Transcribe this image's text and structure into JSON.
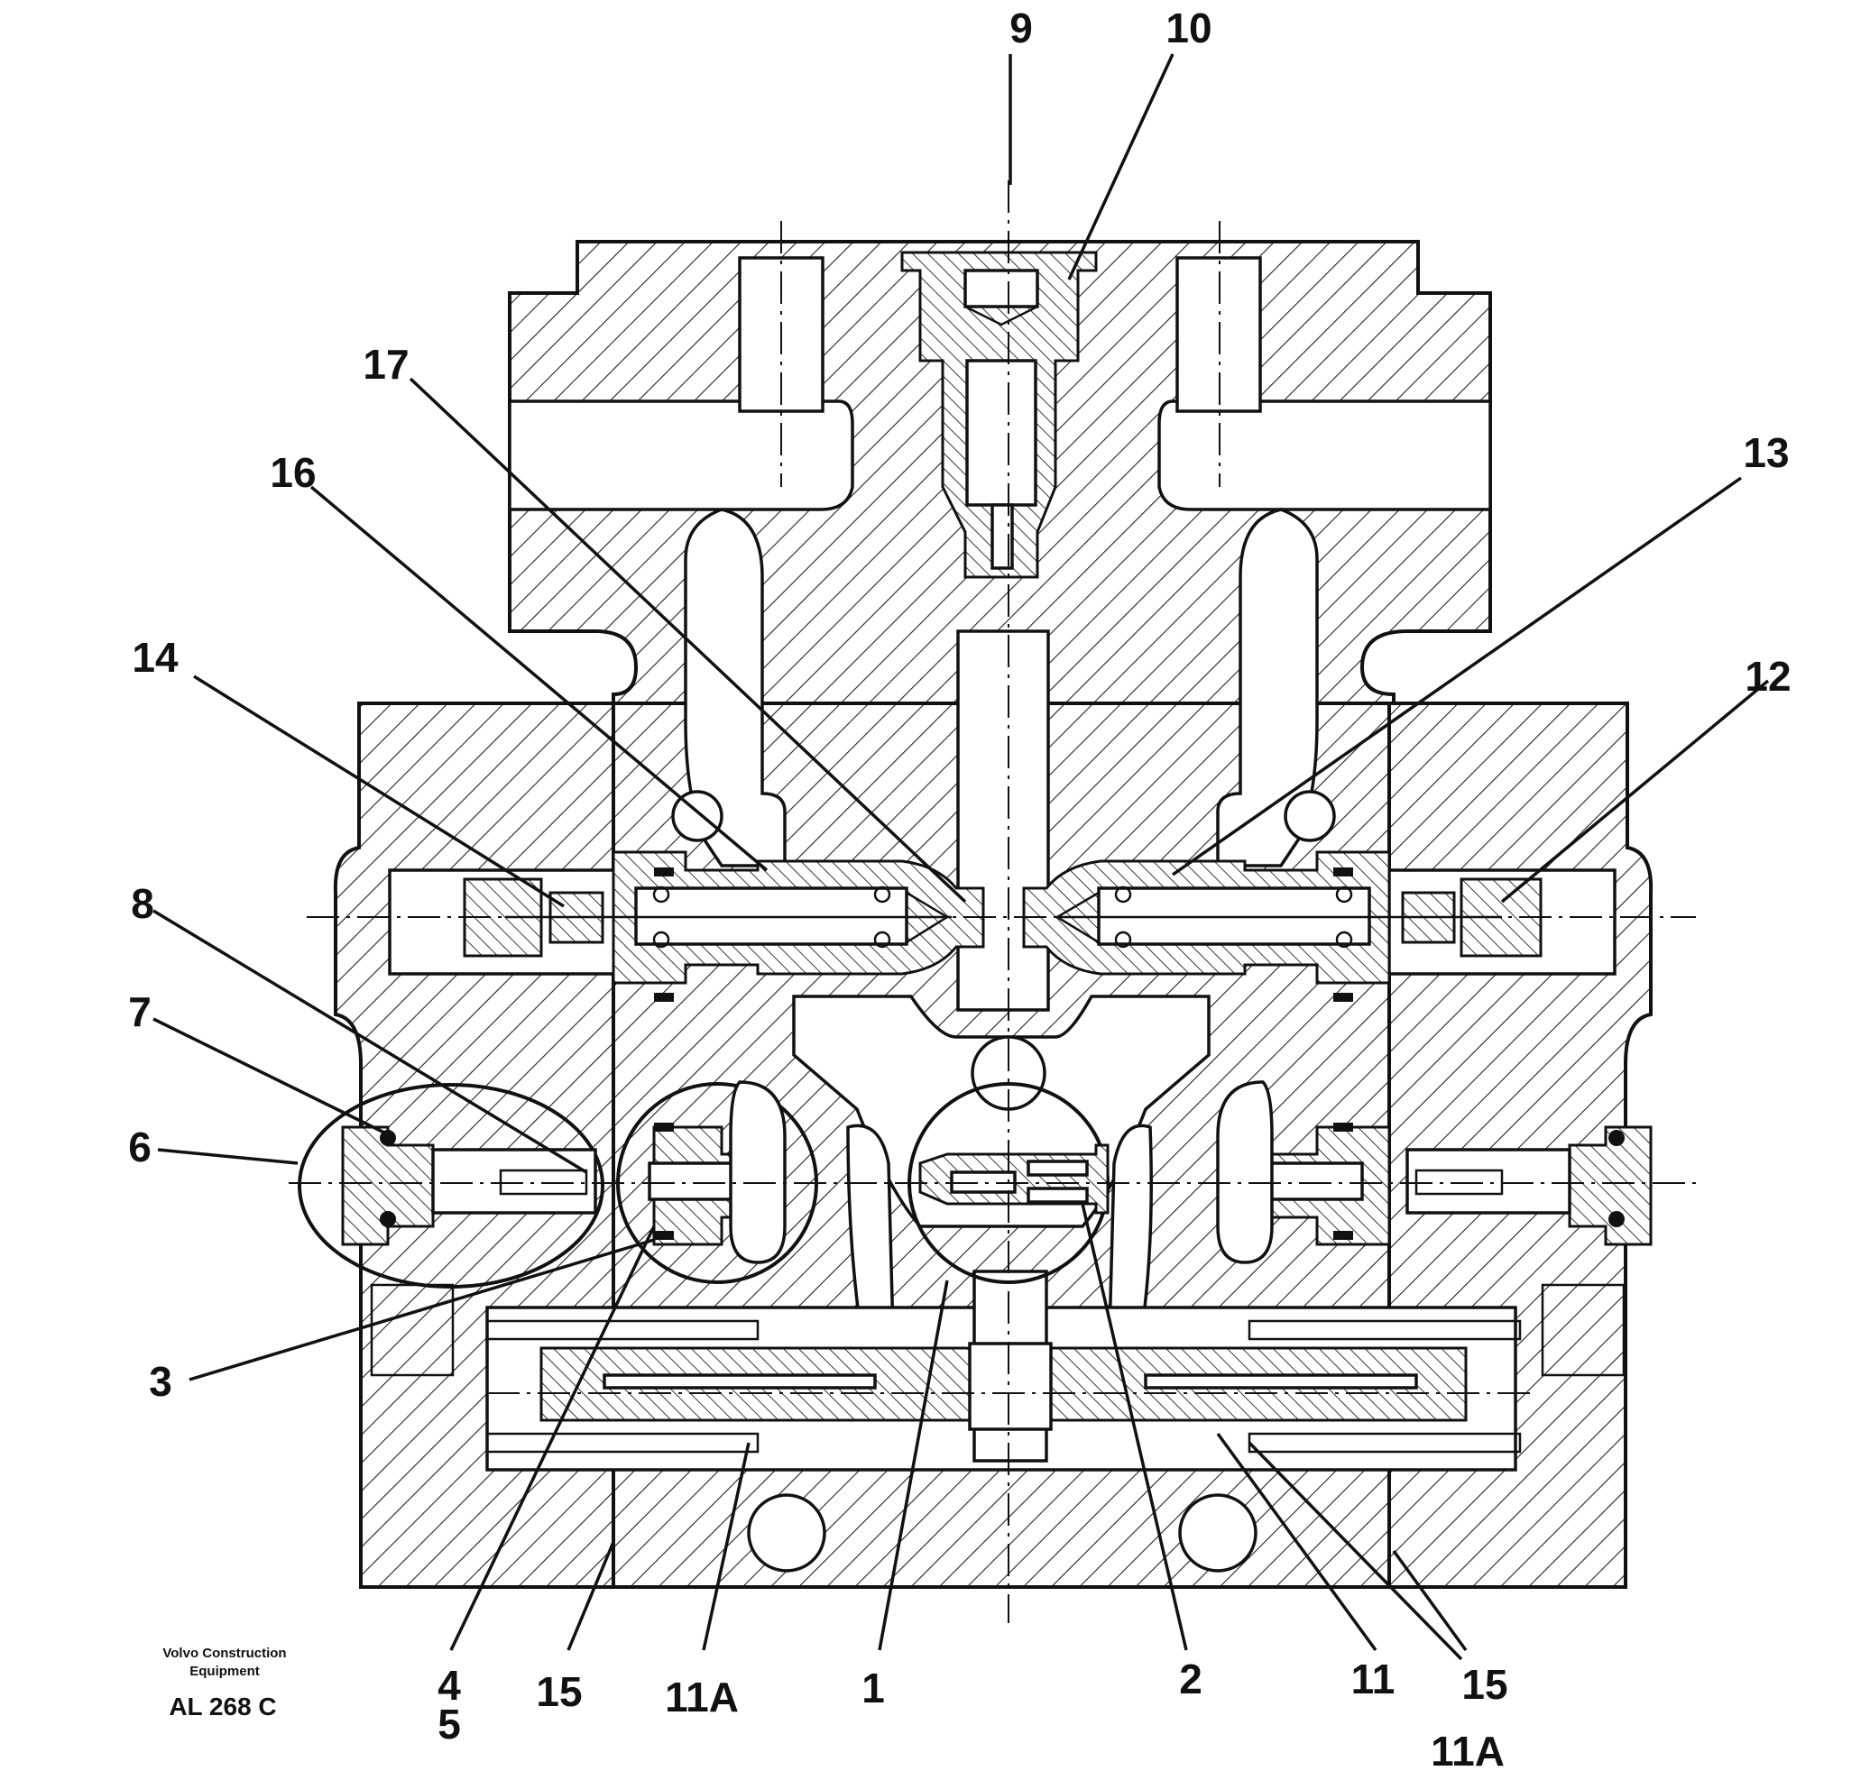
{
  "callouts": [
    {
      "id": "c1",
      "text": "1"
    },
    {
      "id": "c2",
      "text": "2"
    },
    {
      "id": "c3",
      "text": "3"
    },
    {
      "id": "c4",
      "text": "4"
    },
    {
      "id": "c5",
      "text": "5"
    },
    {
      "id": "c6",
      "text": "6"
    },
    {
      "id": "c7",
      "text": "7"
    },
    {
      "id": "c8",
      "text": "8"
    },
    {
      "id": "c9",
      "text": "9"
    },
    {
      "id": "c10",
      "text": "10"
    },
    {
      "id": "c11",
      "text": "11"
    },
    {
      "id": "c11a_left",
      "text": "11A"
    },
    {
      "id": "c11a_right",
      "text": "11A"
    },
    {
      "id": "c12",
      "text": "12"
    },
    {
      "id": "c13",
      "text": "13"
    },
    {
      "id": "c14",
      "text": "14"
    },
    {
      "id": "c15_left",
      "text": "15"
    },
    {
      "id": "c15_right",
      "text": "15"
    },
    {
      "id": "c16",
      "text": "16"
    },
    {
      "id": "c17",
      "text": "17"
    }
  ],
  "caption": {
    "company_line1": "Volvo Construction",
    "company_line2": "Equipment",
    "code": "AL 268 C"
  }
}
